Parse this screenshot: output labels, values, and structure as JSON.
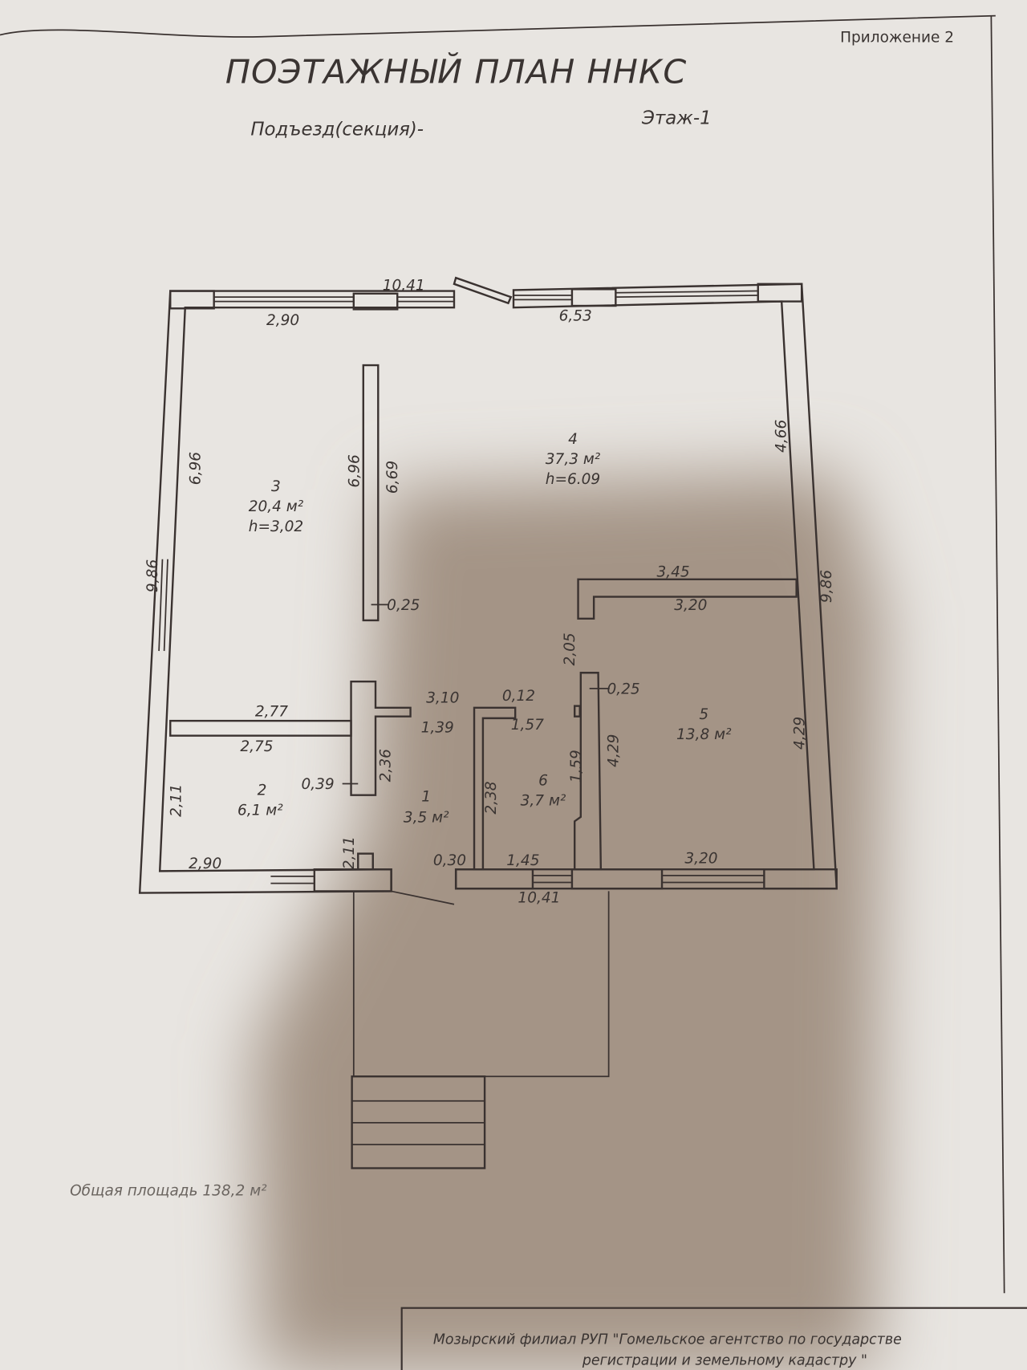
{
  "header": {
    "appendix": "Приложение 2",
    "title": "ПОЭТАЖНЫЙ ПЛАН ННКС",
    "entrance": "Подъезд(секция)-",
    "floor": "Этаж-1"
  },
  "rooms": [
    {
      "number": "1",
      "area": "3,5 м²"
    },
    {
      "number": "2",
      "area": "6,1 м²"
    },
    {
      "number": "3",
      "area": "20,4 м²",
      "height": "h=3,02"
    },
    {
      "number": "4",
      "area": "37,3 м²",
      "height": "h=6.09"
    },
    {
      "number": "5",
      "area": "13,8 м²"
    },
    {
      "number": "6",
      "area": "3,7 м²"
    }
  ],
  "dimensions": {
    "top_total": "10,41",
    "top_left": "2,90",
    "top_right": "6,53",
    "left_upper": "6,96",
    "left_total": "9,86",
    "wall34_a": "6,96",
    "wall34_b": "6,69",
    "wall34_thick": "0,25",
    "right_upper": "4,66",
    "right_total": "9,86",
    "wall45_top": "3,45",
    "wall45_bottom": "3,20",
    "d205": "2,05",
    "wall56_thick": "0,25",
    "r5_left": "4,29",
    "r5_right": "4,29",
    "r6_left": "1,59",
    "w277": "2,77",
    "w275": "2,75",
    "w310": "3,10",
    "w012": "0,12",
    "w139": "1,39",
    "w157": "1,57",
    "w236": "2,36",
    "w039": "0,39",
    "w238": "2,38",
    "w211a": "2,11",
    "w211b": "2,11",
    "bottom_left": "2,90",
    "w030": "0,30",
    "w145": "1,45",
    "bottom_right": "3,20",
    "bottom_total": "10,41"
  },
  "footer": {
    "total_area": "Общая площадь 138,2 м²",
    "organization_line1": "Мозырский филиал РУП \"Гомельское агентство по государстве",
    "organization_line2": "регистрации и земельному кадастру \""
  }
}
